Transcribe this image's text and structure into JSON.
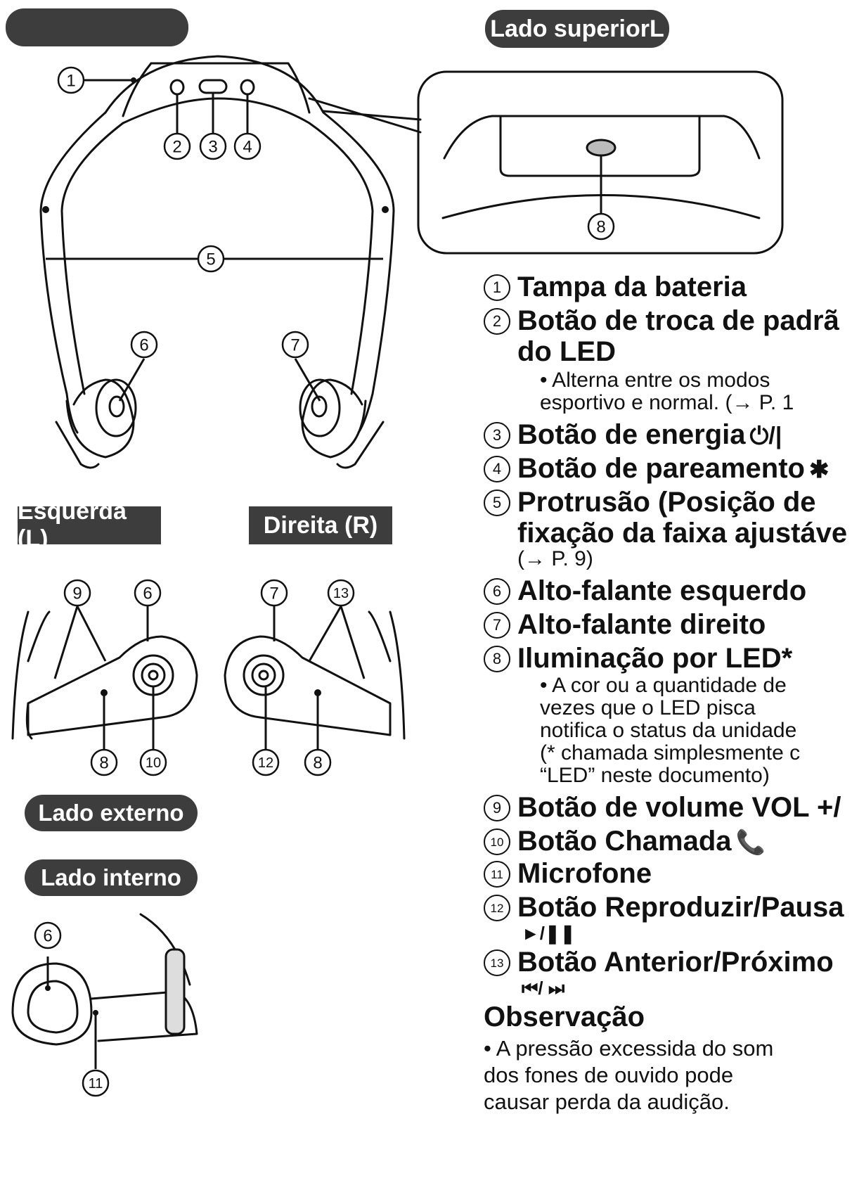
{
  "labels": {
    "top_right": "Lado superiorL",
    "left": "Esquerda (L)",
    "right": "Direita (R)",
    "outer": "Lado externo",
    "inner": "Lado interno"
  },
  "callouts": {
    "n1": "1",
    "n2": "2",
    "n3": "3",
    "n4": "4",
    "n5": "5",
    "n6": "6",
    "n7": "7",
    "n8": "8",
    "n9": "9",
    "n10": "10",
    "n11": "11",
    "n12": "12",
    "n13": "13"
  },
  "items": [
    {
      "num": "1",
      "title": "Tampa da bateria"
    },
    {
      "num": "2",
      "title": "Botão de troca de padrã",
      "cont": "do LED",
      "sub": [
        "• Alterna entre os modos",
        "esportivo e normal. (→ P. 1"
      ]
    },
    {
      "num": "3",
      "title": "Botão de energia",
      "glyph": "⏻/|"
    },
    {
      "num": "4",
      "title": "Botão de pareamento",
      "glyph": "✱"
    },
    {
      "num": "5",
      "title": "Protrusão (Posição de",
      "cont": "fixação da faixa ajustáve",
      "ref": "(→ P. 9)"
    },
    {
      "num": "6",
      "title": "Alto-falante esquerdo"
    },
    {
      "num": "7",
      "title": "Alto-falante direito"
    },
    {
      "num": "8",
      "title": "Iluminação por LED*",
      "sub": [
        "• A cor ou a quantidade de",
        "vezes que o LED pisca",
        "notifica o status da unidade",
        "(* chamada simplesmente c",
        "“LED” neste documento)"
      ]
    },
    {
      "num": "9",
      "title": "Botão de volume VOL +/"
    },
    {
      "num": "10",
      "title": "Botão Chamada",
      "glyph": "📞"
    },
    {
      "num": "11",
      "title": "Microfone"
    },
    {
      "num": "12",
      "title": "Botão Reproduzir/Pausa",
      "cont_glyph": "►/❚❚"
    },
    {
      "num": "13",
      "title": "Botão Anterior/Próximo",
      "cont_glyph": "⏮/ ⏭"
    }
  ],
  "note": {
    "title": "Observação",
    "lines": [
      "• A pressão excessida do som",
      "dos fones de ouvido pode",
      "causar perda da audição."
    ]
  }
}
